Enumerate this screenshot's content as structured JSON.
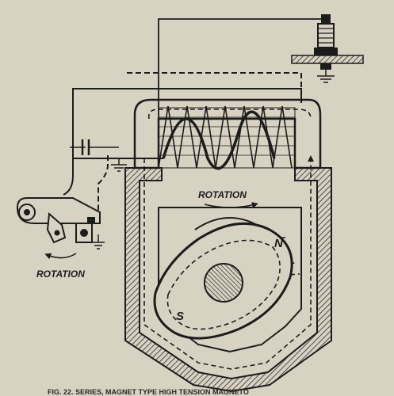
{
  "diagram": {
    "rotation_rotor_label": "ROTATION",
    "rotation_breaker_label": "ROTATION",
    "pole_north": "N",
    "pole_south": "S",
    "caption_fragment": "FIG. 22. SERIES, MAGNET TYPE HIGH TENSION MAGNETO"
  },
  "colors": {
    "paper": "#d8d2c2",
    "ink": "#1c1c1c",
    "hatch": "#2a2a2a"
  }
}
